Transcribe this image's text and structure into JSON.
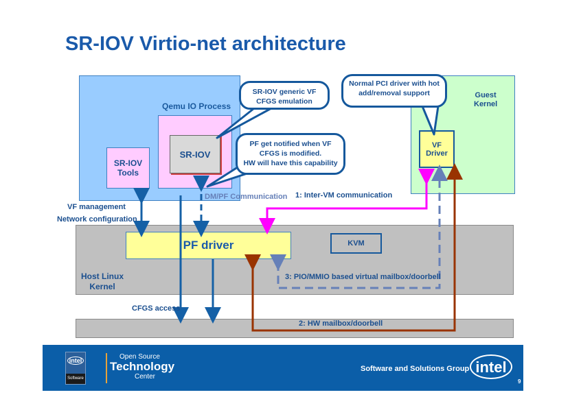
{
  "title": "SR-IOV Virtio-net architecture",
  "qemu": {
    "label": "Qemu IO Process",
    "sriov": "SR-IOV",
    "tools_line1": "SR-IOV",
    "tools_line2": "Tools"
  },
  "callouts": {
    "generic_line1": "SR-IOV generic VF",
    "generic_line2": "CFGS emulation",
    "notify_line1": "PF get notified when VF",
    "notify_line2": "CFGS is modified.",
    "notify_line3": "HW will have this capability",
    "normal_line1": "Normal PCI driver with hot",
    "normal_line2": "add/removal support"
  },
  "guest": {
    "line1": "Guest",
    "line2": "Kernel",
    "vf_line1": "VF",
    "vf_line2": "Driver"
  },
  "host": {
    "pf_driver": "PF driver",
    "kvm": "KVM",
    "line1": "Host Linux",
    "line2": "Kernel"
  },
  "labels": {
    "vf_management": "VF management",
    "network_configuration": "Network configuration",
    "dm_pf": "DM/PF Communication",
    "inter_vm": "1: Inter-VM communication",
    "pio_mmio": "3: PIO/MMIO based virtual mailbox/doorbell",
    "cfgs_access": "CFGS access",
    "hw_mailbox": "2: HW mailbox/doorbell"
  },
  "footer": {
    "intel_badge": "intel",
    "software": "Software",
    "ost_line1": "Open Source",
    "ost_line2": "Technology",
    "ost_line3": "Center",
    "group": "Software and Solutions Group",
    "intel_logo": "intel",
    "page_number": "9"
  },
  "colors": {
    "title": "#1a5aaa",
    "qemu_bg": "#99ccff",
    "pink": "#ffccff",
    "guest_bg": "#ccffcc",
    "yellow": "#ffff99",
    "kernel_gray": "#c0c0c0",
    "arrow_blue": "#1560a6",
    "magenta": "#ff00ff",
    "brown": "#993300",
    "footer": "#0b5ea8"
  }
}
